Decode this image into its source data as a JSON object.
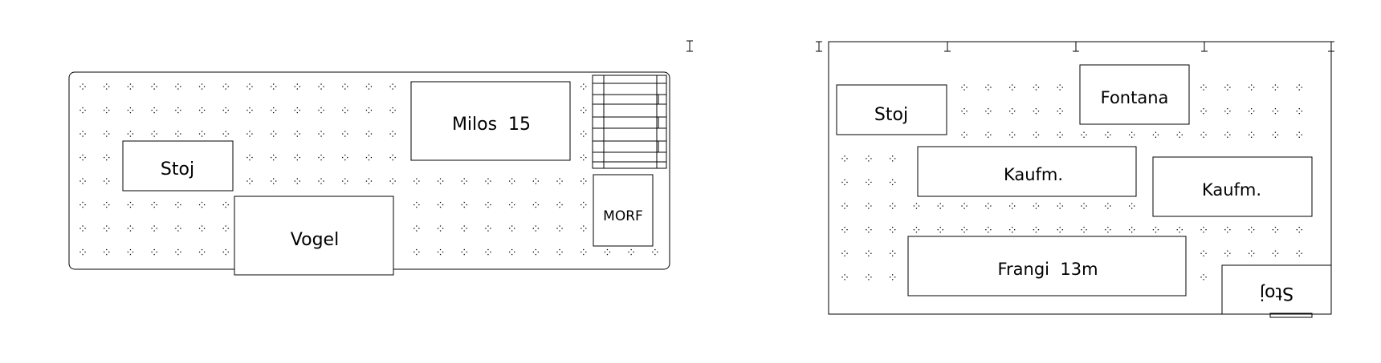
{
  "plans": [
    {
      "id": "left",
      "desks": [
        {
          "key": "milos",
          "label": "Milos  15"
        },
        {
          "key": "stoj",
          "label": "Stoj"
        },
        {
          "key": "vogel",
          "label": "Vogel"
        },
        {
          "key": "morf",
          "label": "MORF"
        }
      ]
    },
    {
      "id": "right",
      "desks": [
        {
          "key": "stoj",
          "label": "Stoj"
        },
        {
          "key": "fontana",
          "label": "Fontana"
        },
        {
          "key": "kaufm-1",
          "label": "Kaufm."
        },
        {
          "key": "kaufm-2",
          "label": "Kaufm."
        },
        {
          "key": "frangi",
          "label": "Frangi  13m"
        },
        {
          "key": "stoj-rotated",
          "label": "Stoj"
        }
      ]
    }
  ],
  "colors": {
    "line": "#000000",
    "background": "#ffffff"
  }
}
